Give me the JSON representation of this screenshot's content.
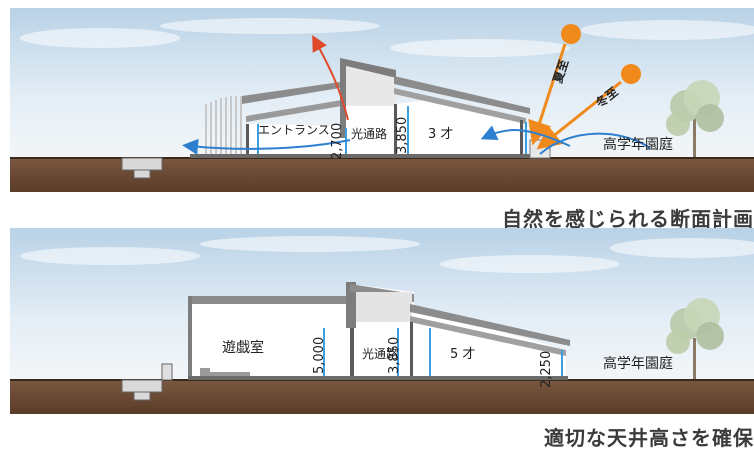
{
  "top_section": {
    "labels": {
      "entrance": "エントランス",
      "light_corridor": "光通路",
      "age_room": "3 才",
      "yard": "高学年園庭"
    },
    "dimensions": {
      "d1": "2,700",
      "d2": "3,850"
    },
    "sun": {
      "summer": "夏至",
      "winter": "冬至"
    },
    "caption": "自然を感じられる断面計画"
  },
  "bottom_section": {
    "labels": {
      "playroom": "遊戯室",
      "light_corridor": "光通路",
      "age_room": "5 才",
      "yard": "高学年園庭"
    },
    "dimensions": {
      "d1": "5,000",
      "d2": "3,850",
      "d3": "2,250"
    },
    "caption": "適切な天井高さを確保"
  },
  "colors": {
    "ground": "#6b4a35",
    "sun": "#f08a1c",
    "arrow_blue": "#2f7fd0",
    "arrow_red": "#e04a2a",
    "sky": "#cfe0ee"
  }
}
